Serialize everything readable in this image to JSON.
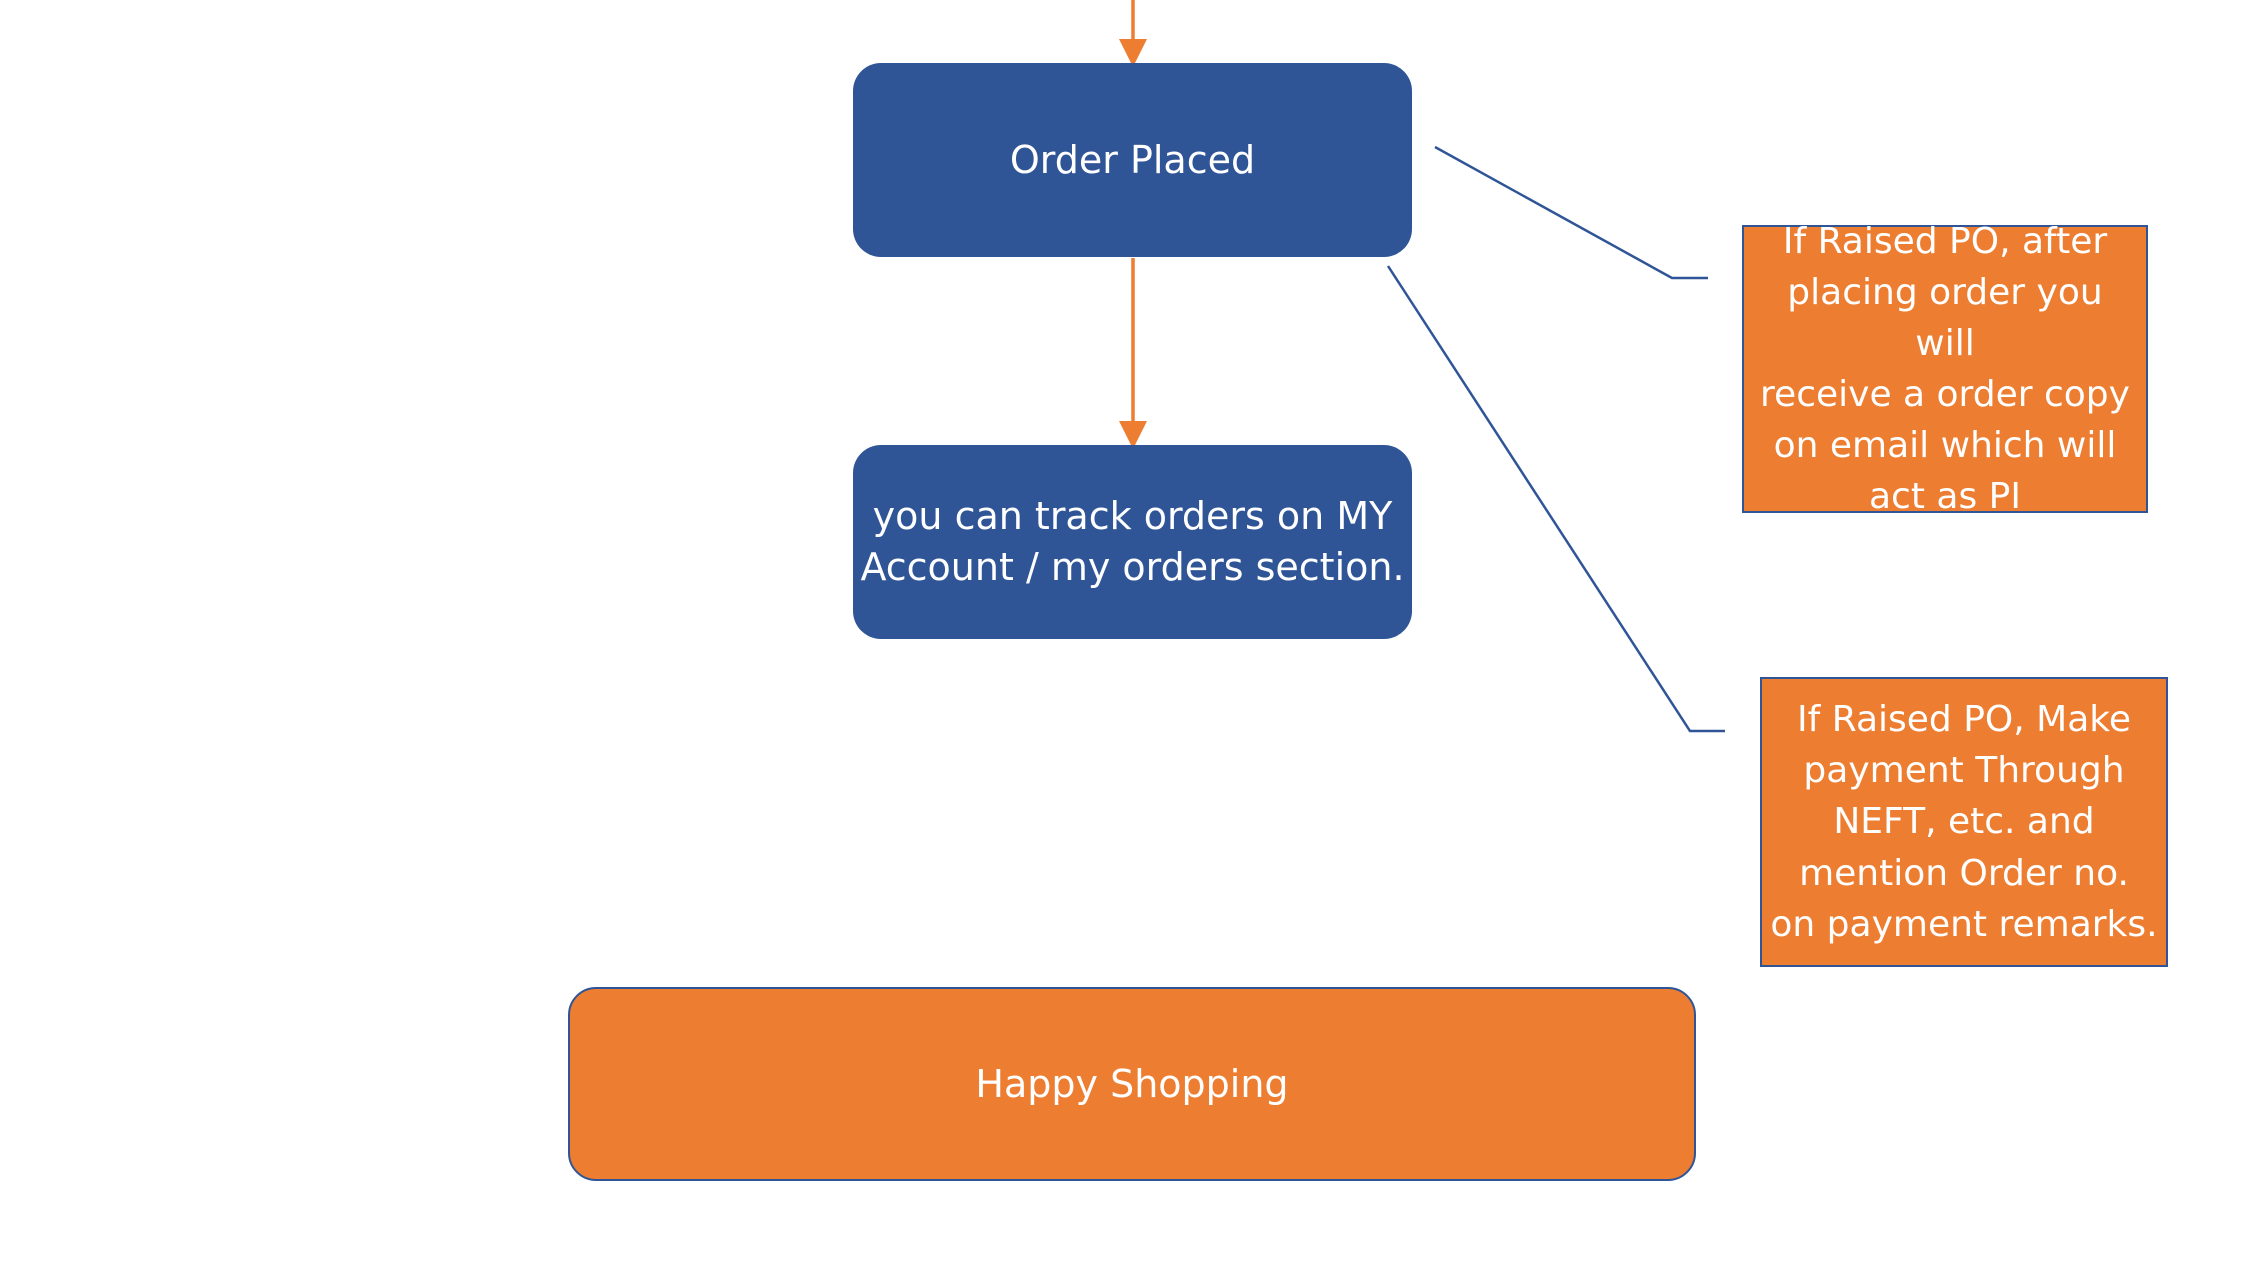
{
  "colors": {
    "node_blue": "#2f5597",
    "node_orange": "#ed7d31",
    "arrow_orange": "#ed7d31",
    "callout_line": "#2f5597",
    "text": "#ffffff"
  },
  "nodes": {
    "order_placed": {
      "label": "Order Placed"
    },
    "track_orders": {
      "label": "you can track orders on MY\nAccount / my orders section."
    },
    "po_order_copy_note": {
      "label": "If Raised PO, after\nplacing order you will\nreceive a order copy\non email which will\nact as PI"
    },
    "po_payment_note": {
      "label": "If Raised PO, Make\npayment Through\nNEFT, etc. and\nmention Order no.\non payment remarks."
    },
    "happy_shopping": {
      "label": "Happy Shopping"
    }
  },
  "connectors": [
    {
      "from": "previous-step",
      "to": "order_placed",
      "type": "arrow"
    },
    {
      "from": "order_placed",
      "to": "track_orders",
      "type": "arrow"
    },
    {
      "from": "order_placed",
      "to": "po_order_copy_note",
      "type": "callout-line"
    },
    {
      "from": "order_placed",
      "to": "po_payment_note",
      "type": "callout-line"
    }
  ]
}
